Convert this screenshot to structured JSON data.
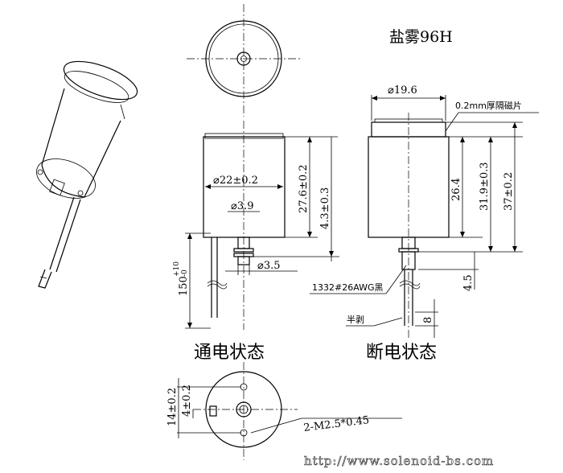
{
  "title": "盐雾96H",
  "labels": {
    "energized": "通电状态",
    "deenergized": "断电状态"
  },
  "dims": {
    "dia_front": "⌀22±0.2",
    "dia_shaft": "⌀3.9",
    "dia_pin": "⌀3.5",
    "height_276": "27.6±0.2",
    "height_43": "4.3±0.3",
    "lead_len": "150",
    "lead_tol_plus": "+10",
    "lead_tol_minus": "-0",
    "dia_top": "⌀19.6",
    "spacer": "0.2mm厚隔磁片",
    "h_264": "26.4",
    "h_319": "31.9±0.3",
    "h_37": "37±0.2",
    "h_45": "4.5",
    "wire": "1332#26AWG黑",
    "strip": "半剥",
    "strip_len": "8",
    "bottom_14": "14±0.2",
    "bottom_4": "4±0.2",
    "screw": "2-M2.5*0.45"
  },
  "watermark": "http://www.solenoid-bs.com"
}
